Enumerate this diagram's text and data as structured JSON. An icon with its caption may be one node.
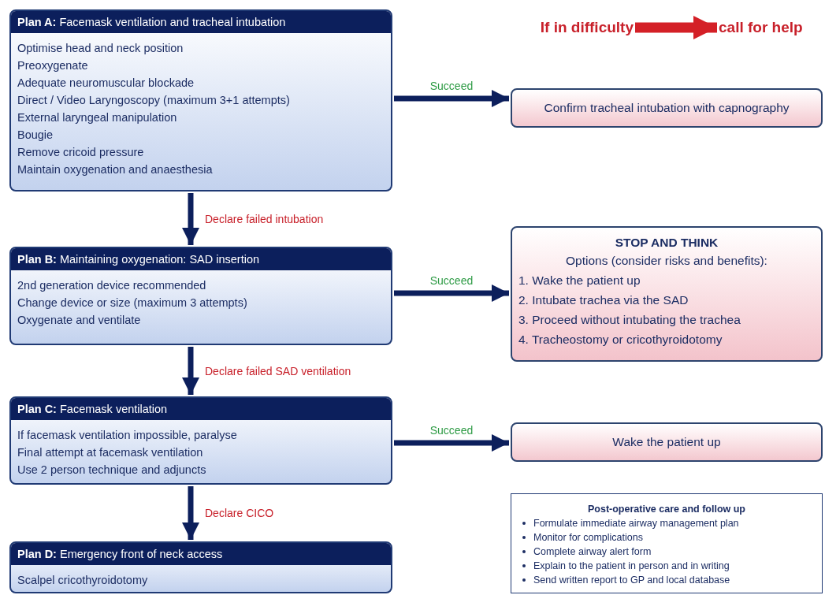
{
  "diagram": {
    "nodes": [
      {
        "text": [
          "**Plan A:** Facemask ventilation and tracheal intubation",
          "Optimise head and neck position",
          "Preoxygenate",
          "Adequate neuromuscular blockade",
          "Direct / Video Laryngoscopy (maximum 3+1 attempts)",
          "External laryngeal manipulation",
          "Bougie",
          "Remove cricoid pressure",
          "Maintain oxygenation and anaesthesia"
        ]
      },
      {
        "text": [
          "Confirm tracheal intubation with capnography"
        ]
      },
      {
        "text": [
          "**Plan B:** Maintaining oxygenation: SAD insertion",
          "2nd generation device recommended",
          "Change device or size (maximum 3 attempts)",
          "Oxygenate and ventilate"
        ]
      },
      {
        "text": [
          "STOP AND THINK",
          "Options (consider risks and benefits):",
          "1. Wake the patient up",
          "2. Intubate trachea via the SAD",
          "3. Proceed without intubating the trachea",
          "4. Tracheostomy or cricothyroidotomy"
        ]
      },
      {
        "text": [
          "**Plan C:** Facemask ventilation",
          "If facemask ventilation impossible, paralyse",
          "Final attempt at facemask ventilation",
          "Use 2 person technique and adjuncts"
        ]
      },
      {
        "text": [
          "Wake the patient up"
        ]
      },
      {
        "text": [
          "**Plan D:** Emergency front of neck access",
          "Scalpel cricothyroidotomy"
        ]
      },
      {
        "text": [
          "Post-operative care and follow up",
          "Formulate immediate airway management plan",
          "Monitor for complications",
          "Complete airway alert form",
          "Explain to the patient in person and in writing",
          "Send written report to GP and local database"
        ]
      },
      {
        "text": [
          "If in difficulty"
        ]
      },
      {
        "text": [
          "call for help"
        ]
      }
    ],
    "edges": [
      {
        "from": 0,
        "to": 1,
        "arrow": "to",
        "label": "Succeed"
      },
      {
        "from": 0,
        "to": 2,
        "arrow": "to",
        "label": "Declare failed intubation"
      },
      {
        "from": 2,
        "to": 3,
        "arrow": "to",
        "label": "Succeed"
      },
      {
        "from": 2,
        "to": 4,
        "arrow": "to",
        "label": "Declare failed SAD ventilation"
      },
      {
        "from": 4,
        "to": 5,
        "arrow": "to",
        "label": "Succeed"
      },
      {
        "from": 4,
        "to": 6,
        "arrow": "to",
        "label": "Declare CICO"
      },
      {
        "from": 8,
        "to": 9,
        "arrow": "to",
        "style": "thick",
        "color": "#d42027"
      }
    ]
  }
}
